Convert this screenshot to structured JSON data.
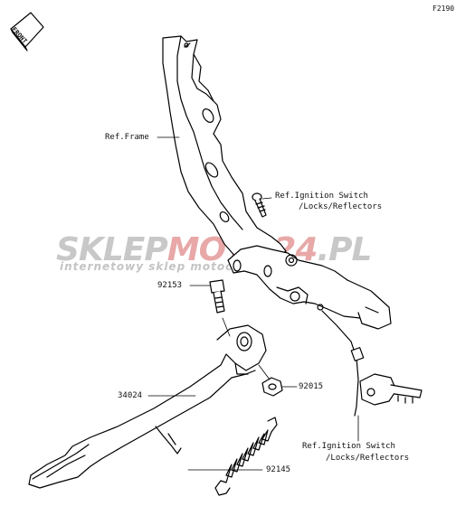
{
  "diagram": {
    "code": "F2190",
    "front_marker": "FRONT",
    "watermark": {
      "brand_part1": "SKLEP",
      "brand_part2": "MOTO",
      "brand_part3": "24",
      "brand_part4": ".PL",
      "tagline": "internetowy sklep motocyklowy",
      "colors": {
        "gray": "#c8c8c8",
        "red": "#e8a8a8",
        "tagline": "#c4c4c4"
      }
    },
    "labels": {
      "ref_frame": "Ref.Frame",
      "ref_ignition_top_line1": "Ref.Ignition Switch",
      "ref_ignition_top_line2": "/Locks/Reflectors",
      "part_92153": "92153",
      "part_34024": "34024",
      "part_92015": "92015",
      "ref_ignition_bottom_line1": "Ref.Ignition Switch",
      "ref_ignition_bottom_line2": "/Locks/Reflectors",
      "part_92145": "92145"
    }
  }
}
